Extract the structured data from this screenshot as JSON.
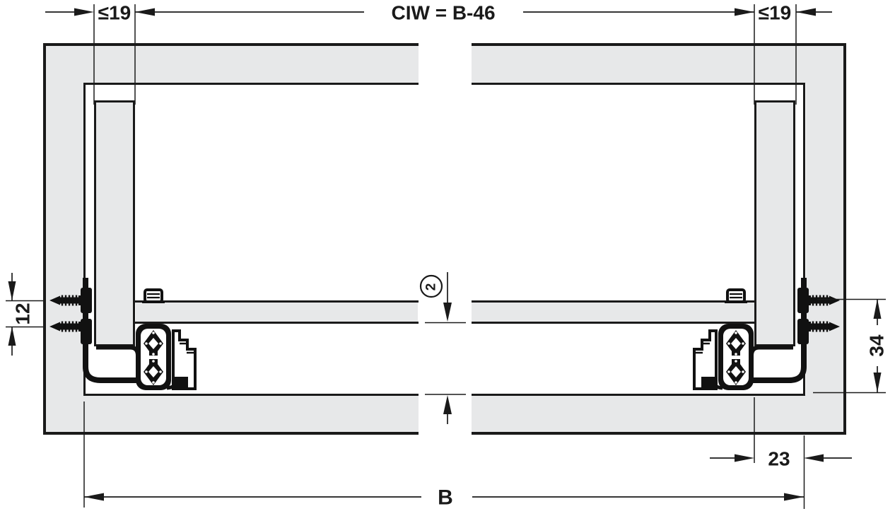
{
  "dimensions": {
    "top_left_max_thickness": "≤19",
    "inner_width_formula": "CIW = B-46",
    "top_right_max_thickness": "≤19",
    "screw_row_spacing": "12",
    "runner_mount_height": "34",
    "side_clearance": "23",
    "cabinet_inner_width": "B",
    "callout_note_ref": "2"
  },
  "colors": {
    "panel_gray": "#e7e8e9",
    "line_black": "#1a1a1a",
    "hardware_black": "#111111"
  }
}
